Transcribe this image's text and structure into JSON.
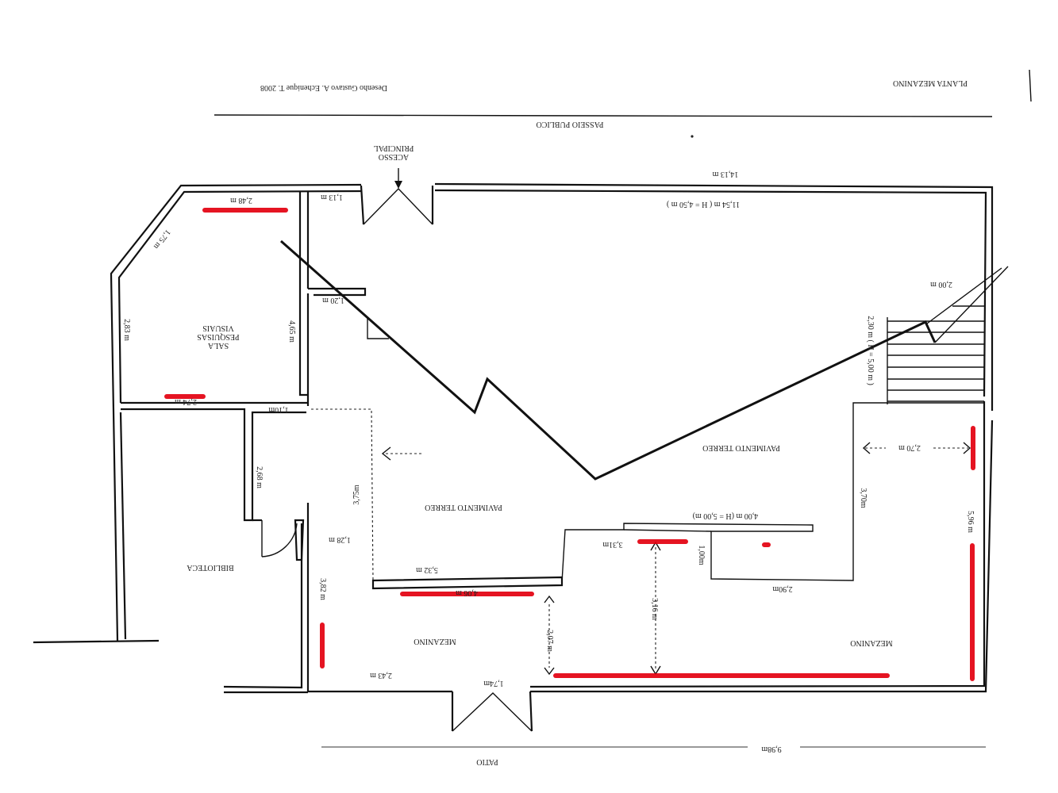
{
  "colors": {
    "ink": "#111111",
    "highlight": "#e3000f",
    "paper": "#ffffff"
  },
  "header": {
    "title": "PLANTA MEZANINO",
    "credit": "Desenho Gustavo A. Echenique T. 2008"
  },
  "edges": {
    "street": "PASSEIO PUBLICO",
    "courtyard": "PATIO",
    "courtyard_width": "9,98m",
    "entrance": "ACESSO PRINCIPAL",
    "entrance_line1": "ACESSO",
    "entrance_line2": "PRINCIPAL"
  },
  "rooms": {
    "visual_research_line1": "SALA",
    "visual_research_line2": "PESQUISAS",
    "visual_research_line3": "VISUAIS",
    "library": "BIBLIOTECA",
    "ground_floor_left": "PAVIMENTO TERREO",
    "ground_floor_right": "PAVIMENTO TERREO",
    "mezzanine_left": "MEZANINO",
    "mezzanine_right": "MEZANINO"
  },
  "dimensions": {
    "top_outer": "14,13 m",
    "top_inner": "11,54 m ( H = 4,50 m )",
    "sala_top": "2,48 m",
    "corner_diag": "1,75 m",
    "sala_left": "2,83 m",
    "sala_right": "4,65 m",
    "sala_bottom": "2,74 m",
    "corridor_top": "1,13 m",
    "corridor_mid": "1,20 m",
    "corridor_low": "1,10m",
    "library_wall": "2,68 m",
    "ground_left_height": "3,75m",
    "mez_left_gap": "1,28 m",
    "mez_left_height": "3,82 m",
    "mez_left_bottom": "2,43 m",
    "door_bottom": "1,74m",
    "ledge_upper": "5,32 m",
    "ledge_lower": "4,06 m",
    "step_height": "2,07 m",
    "step_width": "3,31m",
    "mez_height": "3,16 m",
    "beam": "4,00 m (H = 5,00 m)",
    "beam_drop": "1,00m",
    "mez_right_bottom": "2,90m",
    "ground_right_height": "3,70m",
    "right_width": "2,70 m",
    "right_height": "5,96 m",
    "stair_height": "2,30 m ( H = 5,00 m )",
    "stair_top": "2,00 m"
  }
}
